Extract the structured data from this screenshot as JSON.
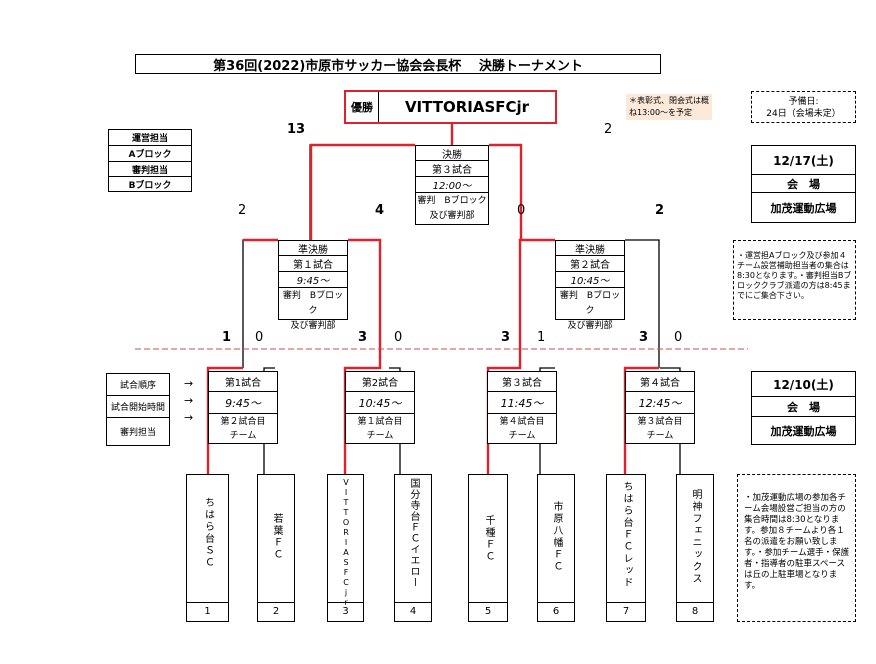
{
  "title": "第36回(2022)市原市サッカー協会会長杯　 決勝トーナメント",
  "champion": {
    "label": "優勝",
    "team": "VITTORIASFCjr"
  },
  "note_ceremony": "＊表彰式、閉会式は概ね13:00〜を予定",
  "reserve": {
    "line1": "予備日:",
    "line2": "24日（会場未定）"
  },
  "roles": {
    "unei": "運営担当",
    "unei_block": "Aブロック",
    "shinpan": "審判担当",
    "shinpan_block": "Bブロック"
  },
  "final": {
    "title": "決勝",
    "match": "第３試合",
    "time": "12:00〜",
    "ref1": "審判　Bブロック",
    "ref2": "及び審判部",
    "score_left": "13",
    "score_right": "2"
  },
  "semis": [
    {
      "title": "準決勝",
      "match": "第１試合",
      "time": "9:45〜",
      "ref1": "審判　Bブロック",
      "ref2": "及び審判部",
      "score_left": "2",
      "score_right": "4"
    },
    {
      "title": "準決勝",
      "match": "第２試合",
      "time": "10:45〜",
      "ref1": "審判　Bブロック",
      "ref2": "及び審判部",
      "score_left": "0",
      "score_right": "2"
    }
  ],
  "day2": {
    "date": "12/17(土)",
    "venue_label": "会　場",
    "venue": "加茂運動広場",
    "note": "・運営担Aブロック及び参加４チーム設営補助担当者の集合は8:30となります。・審判担当Bブロッククラブ派遣の方は8:45までにご集合下さい。"
  },
  "day1": {
    "date": "12/10(土)",
    "venue_label": "会　場",
    "venue": "加茂運動広場",
    "note": "・加茂運動広場の参加各チーム会場設営ご担当の方の集合時間は8:30となります。参加８チームより各１名の派遣をお願い致します。・参加チーム選手・保護者・指導者の駐車スペースは丘の上駐車場となります。"
  },
  "legend": {
    "order": "試合順序",
    "start": "試合開始時間",
    "referee": "審判担当",
    "arrow": "→"
  },
  "r1": [
    {
      "title": "第1試合",
      "time": "9:45〜",
      "ref1": "第２試合目",
      "ref2": "チーム",
      "score_left": "1",
      "score_right": "0"
    },
    {
      "title": "第2試合",
      "time": "10:45〜",
      "ref1": "第１試合目",
      "ref2": "チーム",
      "score_left": "3",
      "score_right": "0"
    },
    {
      "title": "第３試合",
      "time": "11:45〜",
      "ref1": "第４試合目",
      "ref2": "チーム",
      "score_left": "3",
      "score_right": "1"
    },
    {
      "title": "第４試合",
      "time": "12:45〜",
      "ref1": "第３試合目",
      "ref2": "チーム",
      "score_left": "3",
      "score_right": "0"
    }
  ],
  "teams": [
    {
      "name": "ちはら台ＳＣ",
      "num": "1"
    },
    {
      "name": "若葉ＦＣ",
      "num": "2"
    },
    {
      "name": "VITTORIASFCjr",
      "num": "3"
    },
    {
      "name": "国分寺台ＦＣイエロー",
      "num": "4"
    },
    {
      "name": "千種ＦＣ",
      "num": "5"
    },
    {
      "name": "市原八幡ＦＣ",
      "num": "6"
    },
    {
      "name": "ちはら台ＦＣレッド",
      "num": "7"
    },
    {
      "name": "明神フェニックス",
      "num": "8"
    }
  ],
  "colors": {
    "winner_line": "#e0202a",
    "note_bg": "#fde9d9",
    "dashed": "#c0504d"
  }
}
